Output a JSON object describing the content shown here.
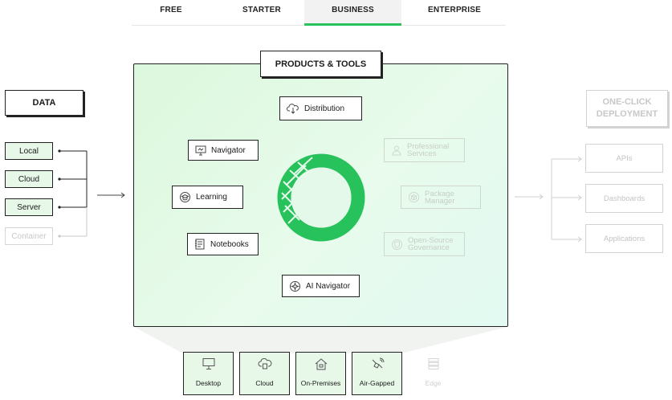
{
  "tabs": [
    {
      "label": "FREE"
    },
    {
      "label": "STARTER"
    },
    {
      "label": "BUSINESS"
    },
    {
      "label": "ENTERPRISE"
    }
  ],
  "data_section": {
    "title": "DATA",
    "items": [
      {
        "label": "Local"
      },
      {
        "label": "Cloud"
      },
      {
        "label": "Server"
      },
      {
        "label": "Container"
      }
    ]
  },
  "products": {
    "title": "PRODUCTS & TOOLS",
    "active_tools": [
      {
        "label": "Distribution",
        "icon": "cloud-download-icon"
      },
      {
        "label": "Navigator",
        "icon": "monitor-icon"
      },
      {
        "label": "Learning",
        "icon": "graduation-icon"
      },
      {
        "label": "Notebooks",
        "icon": "notebook-icon"
      },
      {
        "label": "AI Navigator",
        "icon": "sparkle-chip-icon"
      }
    ],
    "inactive_tools": [
      {
        "line1": "Professional",
        "line2": "Services",
        "icon": "person-icon"
      },
      {
        "line1": "Package",
        "line2": "Manager",
        "icon": "package-icon"
      },
      {
        "line1": "Open-Source",
        "line2": "Governance",
        "icon": "shield-icon"
      }
    ]
  },
  "deployment": {
    "title_line1": "ONE-CLICK",
    "title_line2": "DEPLOYMENT",
    "items": [
      {
        "label": "APIs"
      },
      {
        "label": "Dashboards"
      },
      {
        "label": "Applications"
      }
    ]
  },
  "environments": [
    {
      "label": "Desktop",
      "icon": "desktop-icon"
    },
    {
      "label": "Cloud",
      "icon": "cloud-upload-icon"
    },
    {
      "label": "On-Premises",
      "icon": "building-icon"
    },
    {
      "label": "Air-Gapped",
      "icon": "satellite-icon"
    },
    {
      "label": "Edge",
      "icon": "server-stack-icon"
    }
  ],
  "colors": {
    "accent": "#27c25b",
    "panel_bg": "#e2f9e6",
    "faded": "#c8c8c8"
  }
}
